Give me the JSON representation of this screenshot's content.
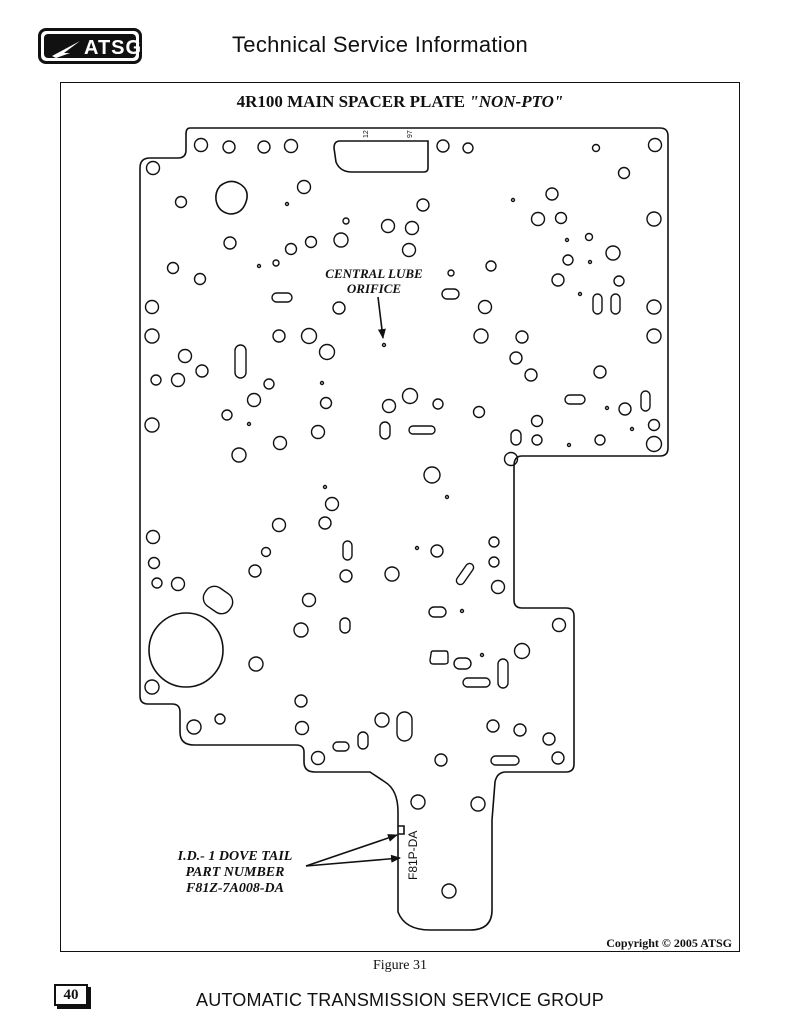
{
  "header": {
    "logo_text": "ATSG",
    "title": "Technical Service Information"
  },
  "diagram": {
    "title_main": "4R100 MAIN SPACER PLATE ",
    "title_italic": "\"NON-PTO\"",
    "central_lube_line1": "CENTRAL LUBE",
    "central_lube_line2": "ORIFICE",
    "id_line1": "I.D.- 1 DOVE TAIL",
    "id_line2": "PART NUMBER",
    "id_line3": "F81Z-7A008-DA",
    "stamp_part": "F81P-DA",
    "slot_mark_left": "12",
    "slot_mark_right": "97",
    "copyright": "Copyright © 2005 ATSG"
  },
  "figure_caption": "Figure 31",
  "footer": {
    "page_number": "40",
    "company": "AUTOMATIC TRANSMISSION SERVICE GROUP"
  }
}
